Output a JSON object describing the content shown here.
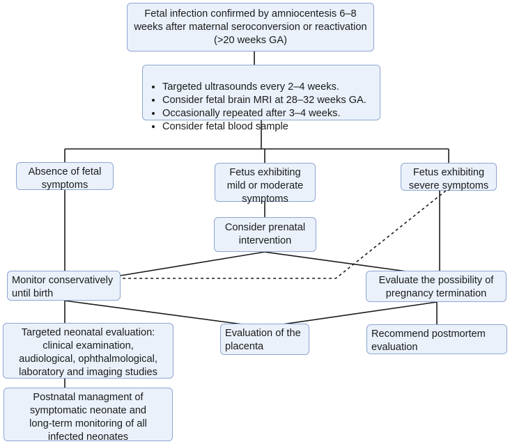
{
  "nodes": {
    "top": "Fetal infection confirmed by amniocentesis 6–8\nweeks after maternal seroconversion or reactivation\n(>20 weeks GA)",
    "monitoring": [
      "Targeted ultrasounds every 2–4 weeks.",
      "Consider fetal brain MRI at 28–32 weeks GA.",
      "Occasionally repeated after 3–4 weeks.",
      "Consider fetal blood sample"
    ],
    "absence": "Absence of fetal\nsymptoms",
    "mild": "Fetus exhibiting\nmild or moderate\nsymptoms",
    "severe": "Fetus exhibiting\nsevere symptoms",
    "prenatal": "Consider prenatal\nintervention",
    "conservative": "Monitor conservatively\nuntil birth",
    "termination": "Evaluate the possibility of\npregnancy termination",
    "neonatal": "Targeted neonatal evaluation:\nclinical examination,\naudiological, ophthalmological,\nlaboratory and imaging studies",
    "placenta": "Evaluation of the\nplacenta",
    "postmortem": "Recommend postmortem\nevaluation",
    "postnatal": "Postnatal managment of\nsymptomatic neonate and\nlong-term monitoring of all\ninfected neonates"
  },
  "colors": {
    "box_fill": "#eaf1fb",
    "box_border": "#8fa6cf",
    "line": "#1a1a1a"
  }
}
